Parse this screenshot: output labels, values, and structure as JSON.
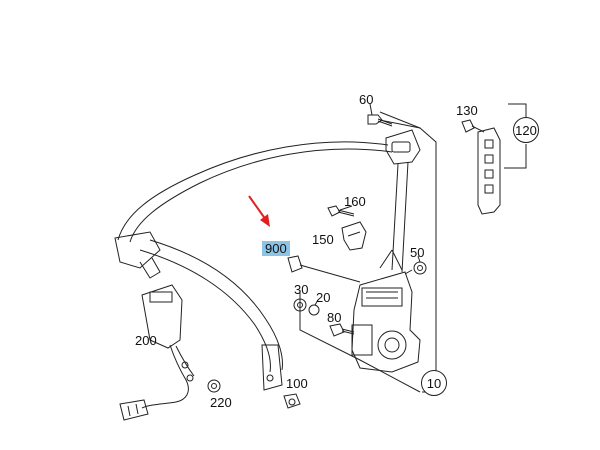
{
  "diagram": {
    "parts": [
      {
        "id": "p60",
        "label": "60"
      },
      {
        "id": "p130",
        "label": "130"
      },
      {
        "id": "p120",
        "label": "120"
      },
      {
        "id": "p160",
        "label": "160"
      },
      {
        "id": "p150",
        "label": "150"
      },
      {
        "id": "p900",
        "label": "900",
        "highlighted": true
      },
      {
        "id": "p50",
        "label": "50"
      },
      {
        "id": "p30",
        "label": "30"
      },
      {
        "id": "p20",
        "label": "20"
      },
      {
        "id": "p80",
        "label": "80"
      },
      {
        "id": "p200",
        "label": "200"
      },
      {
        "id": "p100",
        "label": "100"
      },
      {
        "id": "p220",
        "label": "220"
      },
      {
        "id": "p10",
        "label": "10"
      }
    ],
    "highlight_color": "#8cc4e6",
    "arrow_color": "#e02020",
    "line_color": "#222222"
  }
}
